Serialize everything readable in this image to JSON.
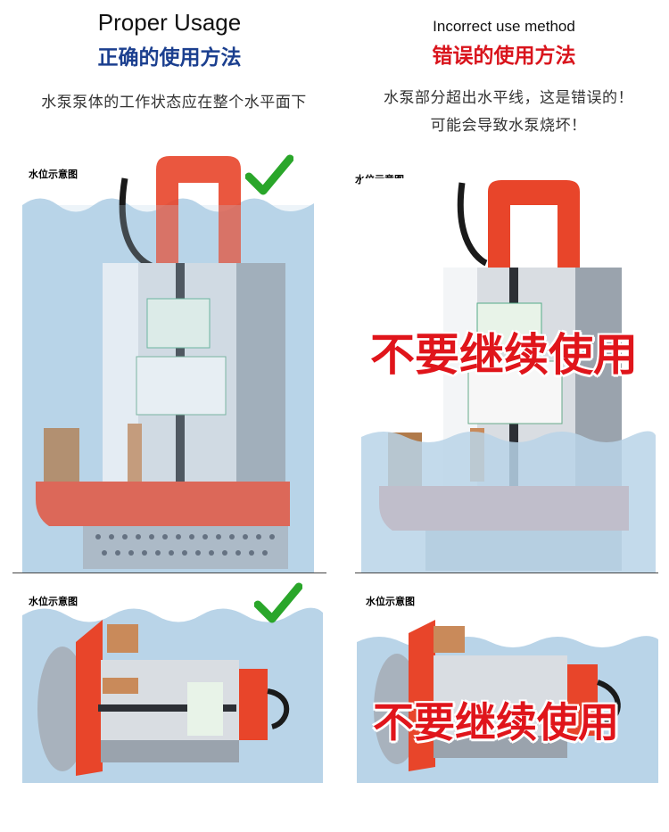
{
  "left_header": {
    "title_en": "Proper Usage",
    "title_zh": "正确的使用方法",
    "description": "水泵泵体的工作状态应在整个水平面下"
  },
  "right_header": {
    "title_en": "Incorrect use method",
    "title_zh": "错误的使用方法",
    "description_line1": "水泵部分超出水平线，这是错误的！",
    "description_line2": "可能会导致水泵烧坏！"
  },
  "panels": {
    "top_left": {
      "caption": "水位示意图",
      "mark": "check-icon"
    },
    "top_right": {
      "caption": "水位示意图",
      "warning": "不要继续使用"
    },
    "bottom_left": {
      "caption": "水位示意图",
      "mark": "check-icon"
    },
    "bottom_right": {
      "caption": "水位示意图",
      "warning": "不要继续使用"
    }
  },
  "colors": {
    "title_blue": "#1b3f8f",
    "title_red": "#d9141c",
    "warning_red": "#e0151b",
    "check_green": "#2aa62a",
    "water": "#b9d4e8",
    "pump_orange": "#e8452a"
  }
}
